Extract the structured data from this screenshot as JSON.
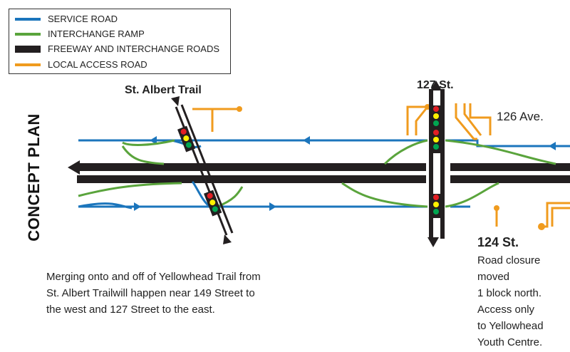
{
  "legend": {
    "items": [
      {
        "label": "SERVICE ROAD",
        "color": "#1b75bc"
      },
      {
        "label": "INTERCHANGE RAMP",
        "color": "#5aa43c"
      },
      {
        "label": "FREEWAY AND INTERCHANGE ROADS",
        "color": "#231f20"
      },
      {
        "label": "LOCAL ACCESS ROAD",
        "color": "#f09b1e"
      }
    ]
  },
  "title": "CONCEPT PLAN",
  "labels": {
    "st_albert": "St. Albert Trail",
    "st127": "127 St.",
    "ave126": "126 Ave.",
    "st124": "124 St."
  },
  "note_124": [
    "Road closure",
    "moved",
    "1 block north.",
    "Access only",
    "to  Yellowhead",
    "Youth Centre."
  ],
  "caption": [
    "Merging onto and off of Yellowhead Trail from",
    "St. Albert Trailwill happen near 149 Street to",
    "the west and 127 Street to the east."
  ],
  "signal_colors": {
    "red": "#e31e24",
    "yellow": "#fff200",
    "green": "#00a651"
  }
}
